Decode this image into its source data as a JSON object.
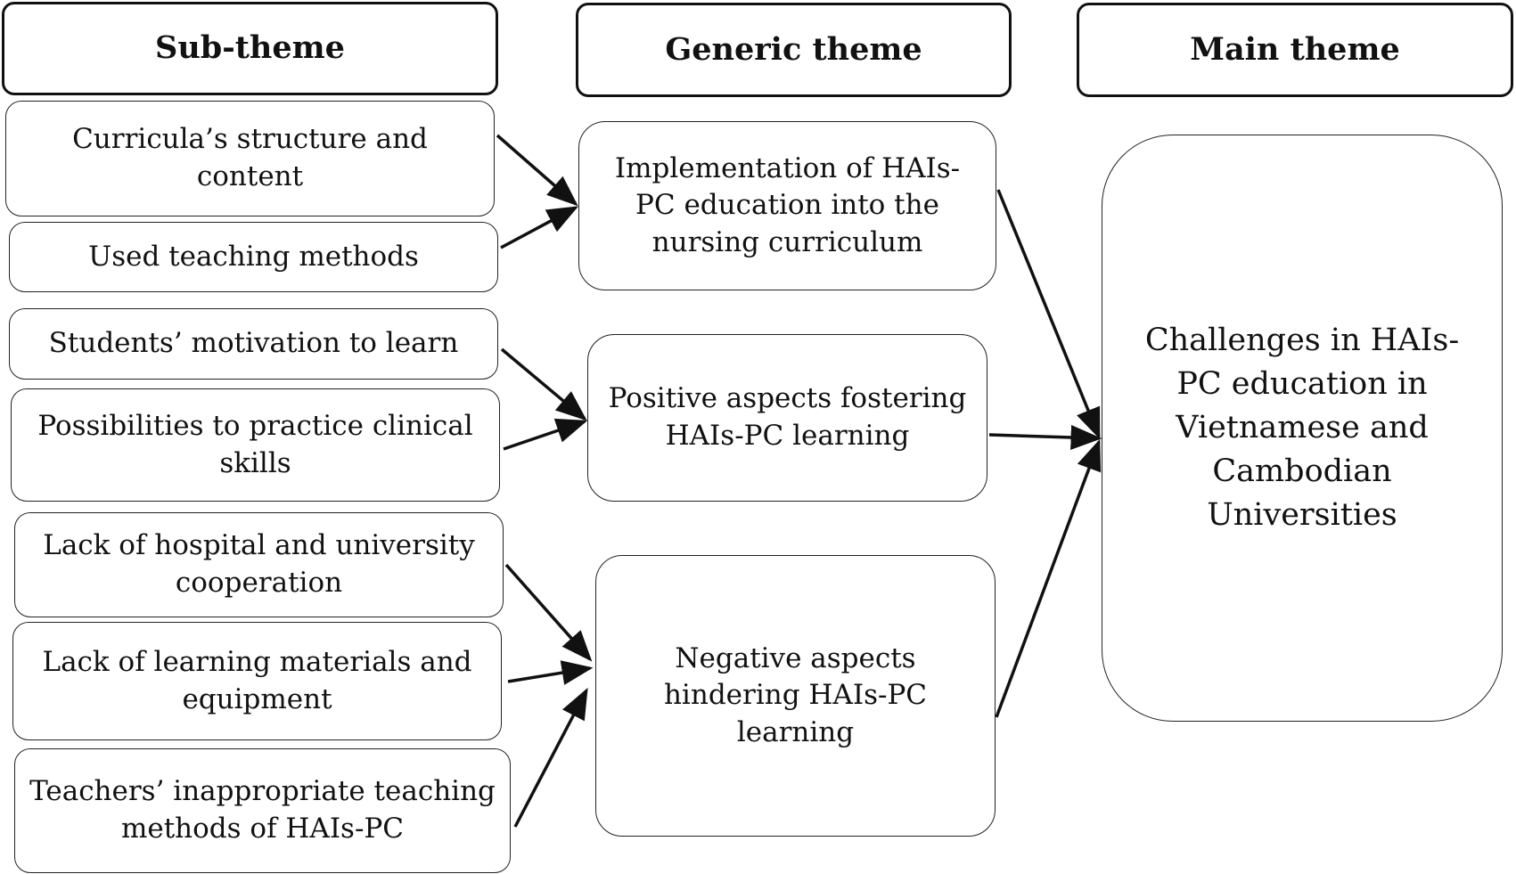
{
  "headers": {
    "sub_theme": "Sub-theme",
    "generic_theme": "Generic theme",
    "main_theme": "Main theme"
  },
  "sub_themes": [
    "Curricula’s structure and content",
    "Used teaching methods",
    "Students’ motivation to learn",
    "Possibilities to practice clinical skills",
    "Lack of hospital and university cooperation",
    "Lack of learning materials and equipment",
    "Teachers’ inappropriate teaching methods of HAIs-PC"
  ],
  "generic_themes": [
    "Implementation of HAIs-PC education into the nursing curriculum",
    "Positive aspects fostering HAIs-PC learning",
    "Negative aspects hindering HAIs-PC learning"
  ],
  "main_theme": "Challenges in HAIs-PC education in Vietnamese and Cambodian Universities",
  "colors": {
    "line": "#111111",
    "border": "#222222",
    "background": "#ffffff"
  }
}
